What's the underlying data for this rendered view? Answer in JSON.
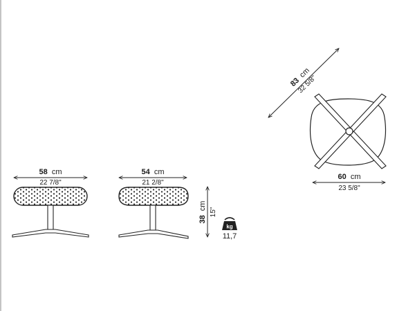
{
  "dimensions": {
    "footstool_side_width": {
      "value_cm": "58",
      "unit_cm": "cm",
      "value_in": "22 7/8\""
    },
    "footstool_front_width": {
      "value_cm": "54",
      "unit_cm": "cm",
      "value_in": "21 2/8\""
    },
    "height": {
      "value_cm": "38",
      "unit_cm": "cm",
      "value_in": "15\""
    },
    "diagonal": {
      "value_cm": "83",
      "unit_cm": "cm",
      "value_in": "32 5/8\""
    },
    "top_width": {
      "value_cm": "60",
      "unit_cm": "cm",
      "value_in": "23 5/8\""
    }
  },
  "weight": {
    "icon_label": "kg",
    "value": "11,7"
  }
}
